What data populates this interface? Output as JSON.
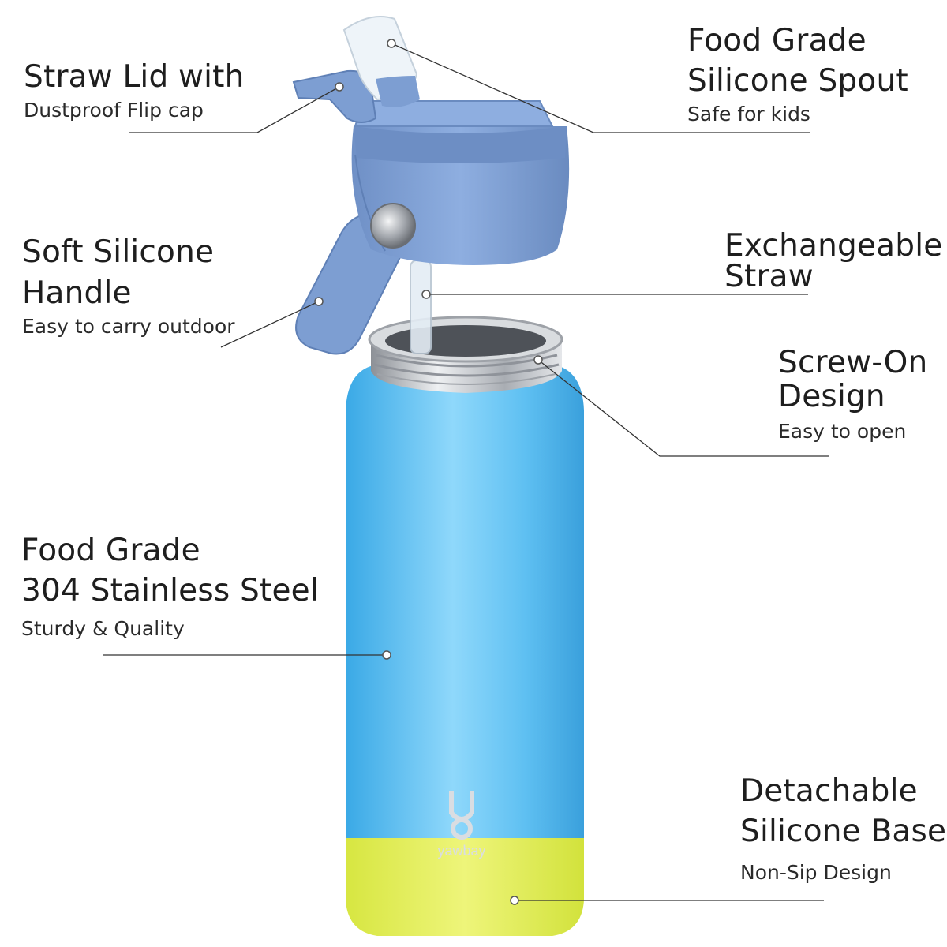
{
  "colors": {
    "body": "#56bdf2",
    "body_light": "#8fd8fb",
    "base": "#e3ef55",
    "lid": "#7d9ed2",
    "lid_dark": "#6687bd",
    "steel": "#b8bcc2",
    "leader_line": "#333333"
  },
  "brand": {
    "name": "yawbay"
  },
  "features": [
    {
      "title_lines": [
        "Straw Lid with"
      ],
      "subtitle": "Dustproof Flip cap"
    },
    {
      "title_lines": [
        "Food Grade",
        "Silicone Spout"
      ],
      "subtitle": "Safe for kids"
    },
    {
      "title_lines": [
        "Soft Silicone",
        "Handle"
      ],
      "subtitle": "Easy to carry outdoor"
    },
    {
      "title_lines": [
        "Exchangeable",
        "Straw"
      ],
      "subtitle": ""
    },
    {
      "title_lines": [
        "Screw-On",
        "Design"
      ],
      "subtitle": "Easy to open"
    },
    {
      "title_lines": [
        "Food Grade",
        "304 Stainless Steel"
      ],
      "subtitle": "Sturdy & Quality"
    },
    {
      "title_lines": [
        "Detachable",
        "Silicone Base"
      ],
      "subtitle": "Non-Sip Design"
    }
  ]
}
